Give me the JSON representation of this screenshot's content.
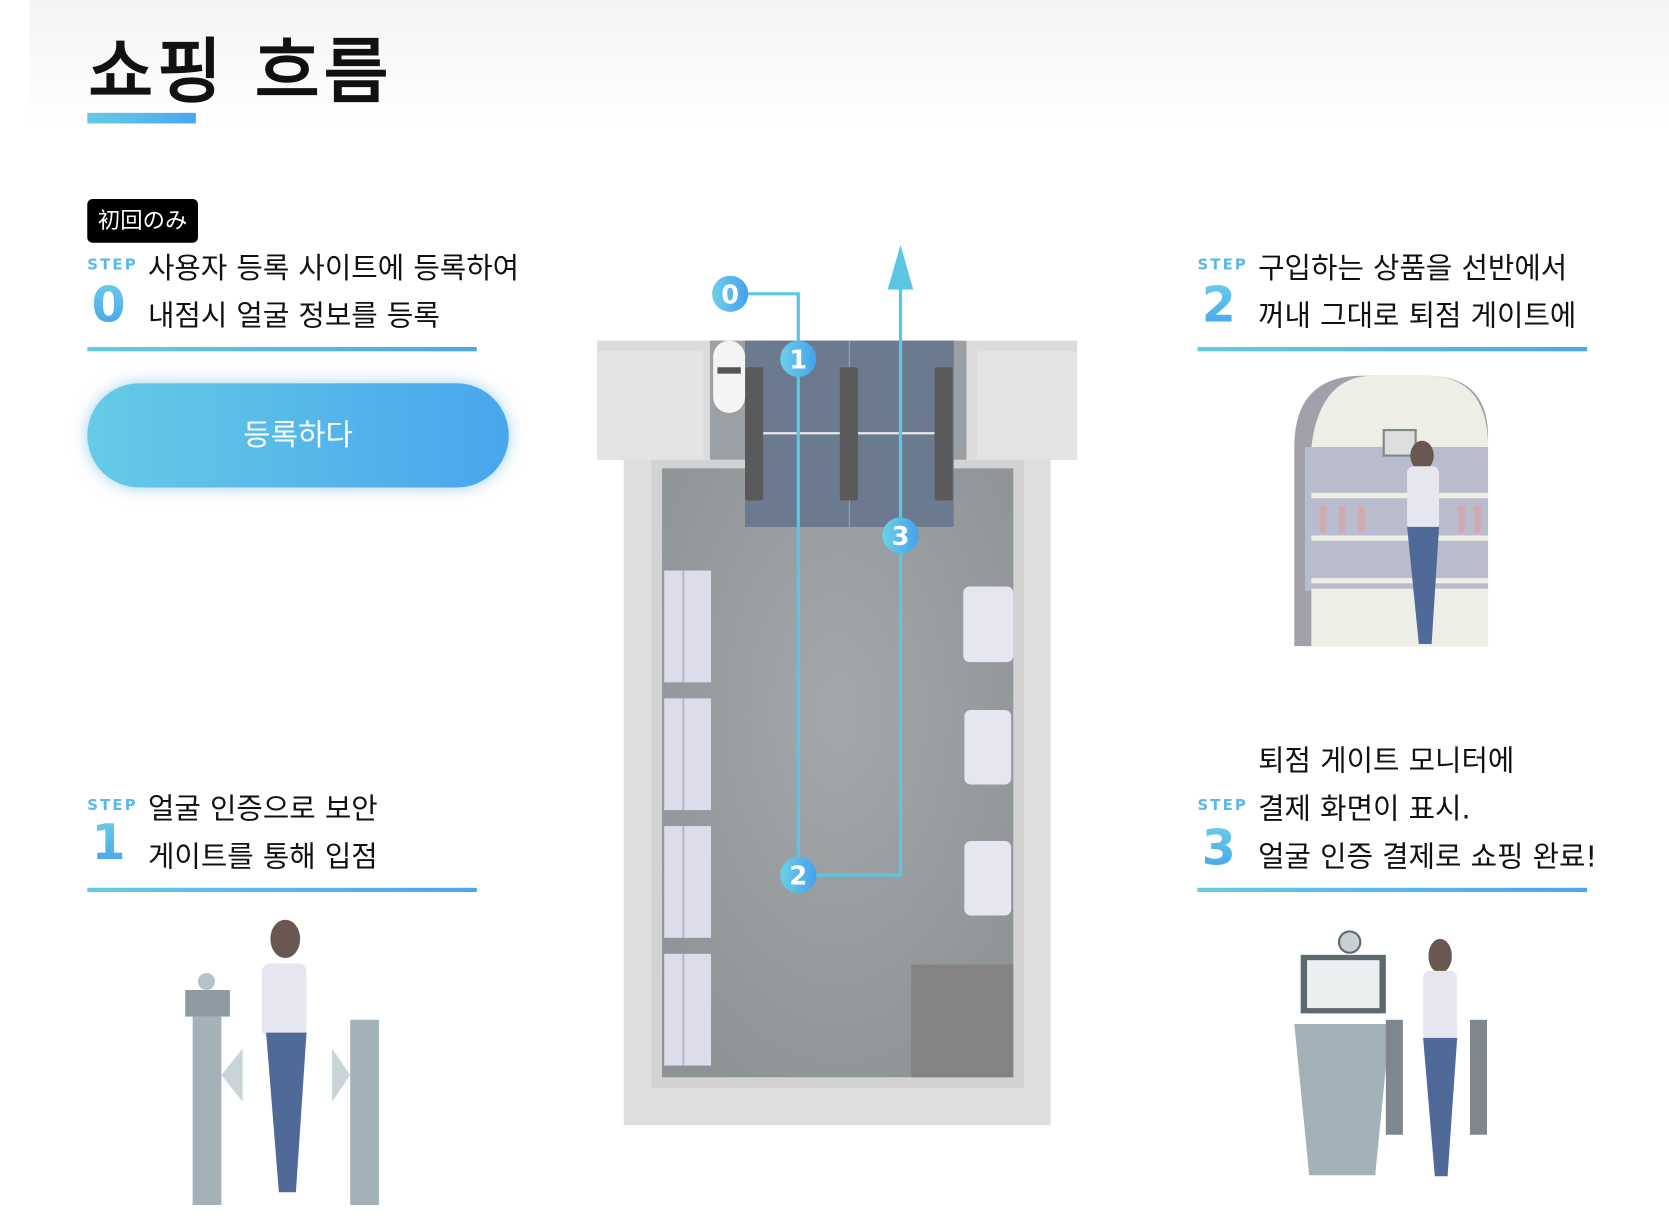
{
  "header": {
    "title": "쇼핑 흐름"
  },
  "badge": "初回のみ",
  "steps": [
    {
      "label": "STEP",
      "number": "0",
      "lines": [
        "사용자 등록 사이트에 등록하여",
        "내점시 얼굴 정보를 등록"
      ]
    },
    {
      "label": "STEP",
      "number": "1",
      "lines": [
        "얼굴 인증으로 보안",
        "게이트를 통해 입점"
      ]
    },
    {
      "label": "STEP",
      "number": "2",
      "lines": [
        "구입하는 상품을 선반에서",
        "꺼내 그대로 퇴점 게이트에"
      ]
    },
    {
      "label": "STEP",
      "number": "3",
      "lines": [
        "퇴점 게이트 모니터에",
        "결제 화면이 표시.",
        "얼굴 인증 결제로 쇼핑 완료!"
      ]
    }
  ],
  "register_button": "등록하다",
  "map": {
    "markers": [
      "0",
      "1",
      "2",
      "3"
    ],
    "path_color": "#5bc6e3"
  }
}
